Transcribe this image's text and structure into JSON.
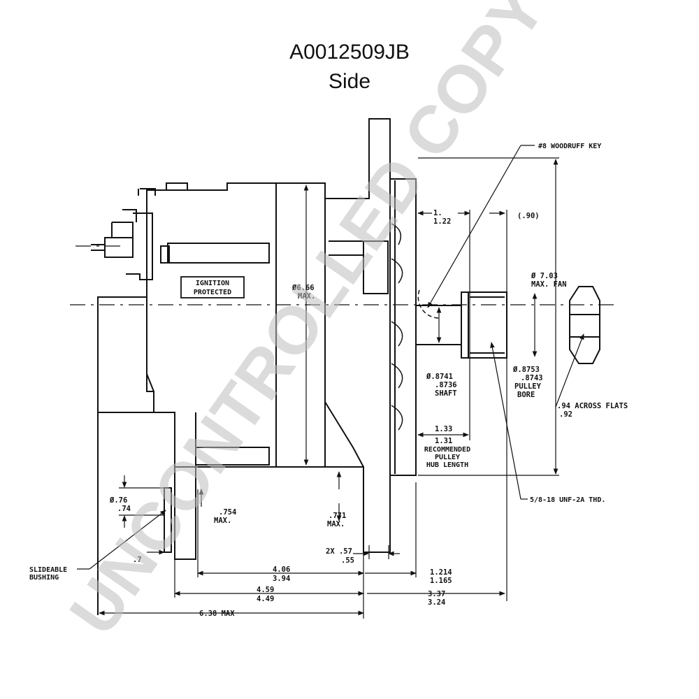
{
  "header": {
    "part_number": "A0012509JB",
    "view": "Side"
  },
  "watermark": "UNCONTROLLED COPY",
  "labels": {
    "ignition_line1": "IGNITION",
    "ignition_line2": "PROTECTED",
    "woodruff_key": "#8 WOODRUFF KEY",
    "slideable_line1": "SLIDEABLE",
    "slideable_line2": "BUSHING",
    "pulley_hub_line1": "RECOMMENDED",
    "pulley_hub_line2": "PULLEY",
    "pulley_hub_line3": "HUB LENGTH",
    "thread": "5/8-18 UNF-2A THD."
  },
  "dimensions": {
    "dia_666_a": "Ø6.66",
    "dia_666_b": "MAX.",
    "dia_703_a": "Ø 7.03",
    "dia_703_b": "MAX. FAN",
    "d122_a": "1.",
    "d122_b": "1.22",
    "d090": "(.90)",
    "shaft_a": "Ø.8741",
    "shaft_b": ".8736",
    "shaft_c": "SHAFT",
    "bore_a": "Ø.8753",
    "bore_b": ".8743",
    "bore_c": "PULLEY",
    "bore_d": "BORE",
    "flats_a": ".94 ACROSS FLATS",
    "flats_b": ".92",
    "hub_a": "1.33",
    "hub_b": "1.31",
    "dia_076_a": "Ø.76",
    "dia_076_b": ".74",
    "d754_a": ".754",
    "d754_b": "MAX.",
    "d771_a": ".771",
    "d771_b": "MAX.",
    "d057_a": "2X  .57",
    "d057_b": ".55",
    "d406_a": "4.06",
    "d406_b": "3.94",
    "d1214_a": "1.214",
    "d1214_b": "1.165",
    "d459_a": "4.59",
    "d459_b": "4.49",
    "d337_a": "3.37",
    "d337_b": "3.24",
    "d638": "6.38 MAX",
    "d07": ".7"
  }
}
